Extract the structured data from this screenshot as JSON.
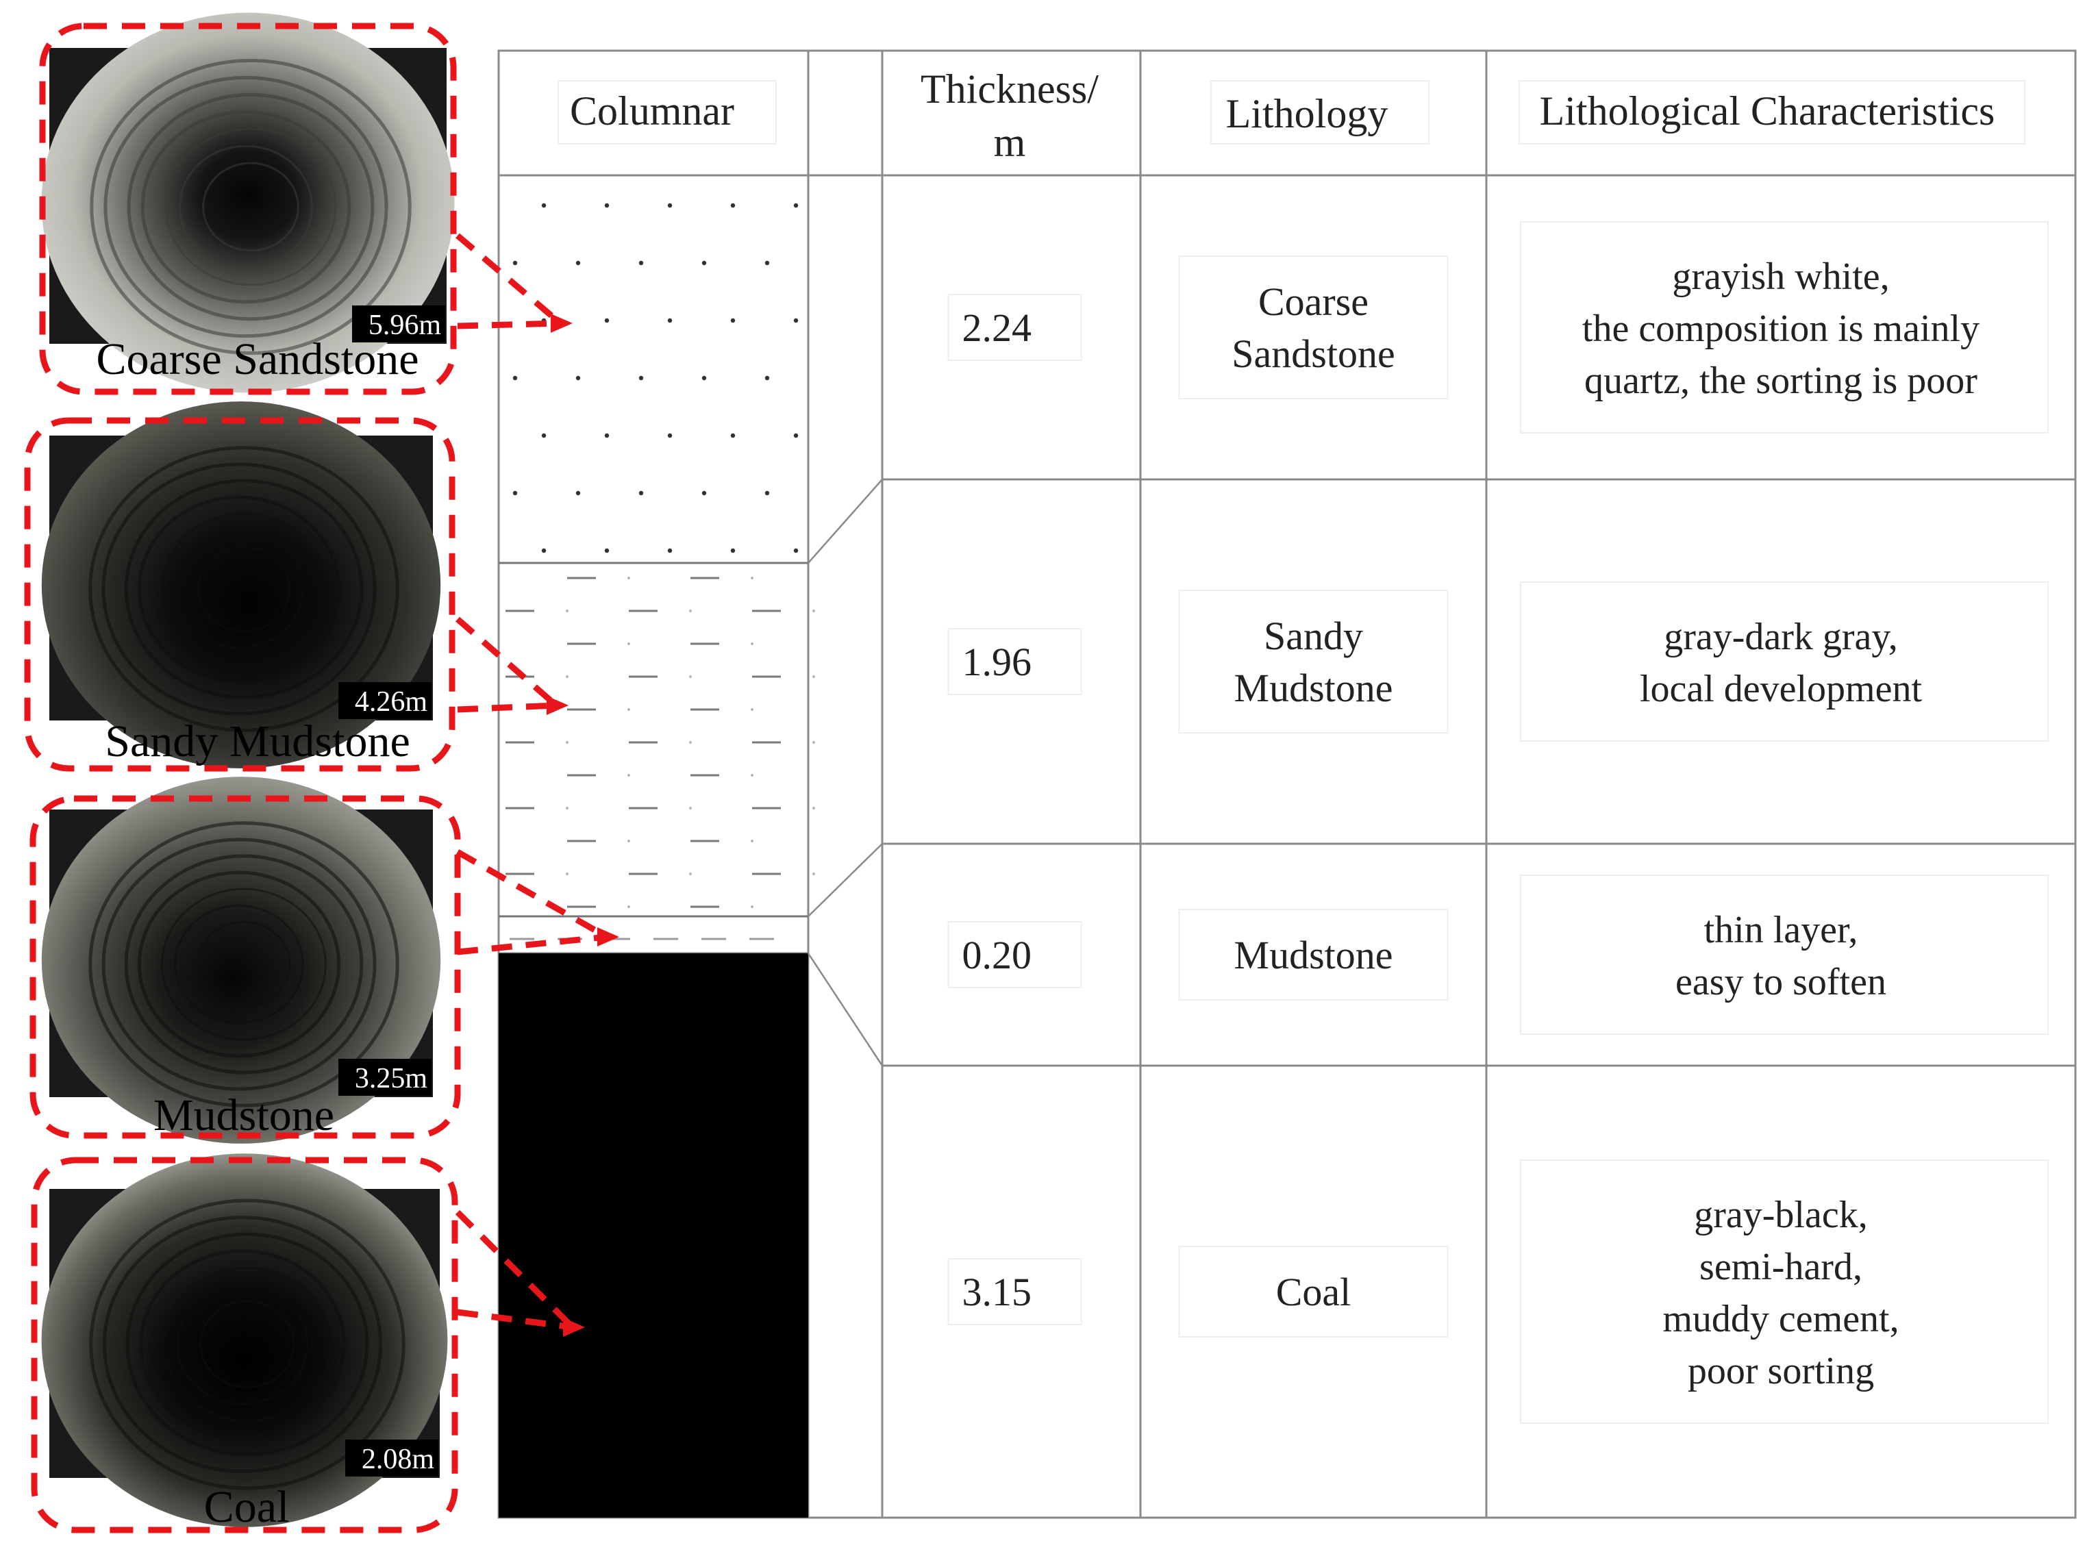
{
  "table": {
    "headers": {
      "columnar": "Columnar",
      "thickness_line1": "Thickness/",
      "thickness_line2": "m",
      "lithology": "Lithology",
      "characteristics": "Lithological Characteristics"
    },
    "layers": [
      {
        "thickness": "2.24",
        "lithology": [
          "Coarse",
          "Sandstone"
        ],
        "characteristics": [
          "grayish white,",
          "the composition is mainly",
          "quartz, the sorting is poor"
        ],
        "pattern": "dots"
      },
      {
        "thickness": "1.96",
        "lithology": [
          "Sandy",
          "Mudstone"
        ],
        "characteristics": [
          "gray-dark gray,",
          "local development"
        ],
        "pattern": "dash-dot"
      },
      {
        "thickness": "0.20",
        "lithology": [
          "Mudstone"
        ],
        "characteristics": [
          "thin layer,",
          "easy to soften"
        ],
        "pattern": "dashes"
      },
      {
        "thickness": "3.15",
        "lithology": [
          "Coal"
        ],
        "characteristics": [
          "gray-black,",
          "semi-hard,",
          "muddy cement,",
          "poor sorting"
        ],
        "pattern": "solid"
      }
    ]
  },
  "borehole_images": [
    {
      "caption": "Coarse Sandstone",
      "depth": "5.96m",
      "tone": "light"
    },
    {
      "caption": "Sandy Mudstone",
      "depth": "4.26m",
      "tone": "dark"
    },
    {
      "caption": "Mudstone",
      "depth": "3.25m",
      "tone": "medium"
    },
    {
      "caption": "Coal",
      "depth": "2.08m",
      "tone": "coal"
    }
  ],
  "colors": {
    "callout": "#e8161b",
    "grid": "#8a8a8a",
    "coal": "#000000",
    "text": "#222222"
  }
}
